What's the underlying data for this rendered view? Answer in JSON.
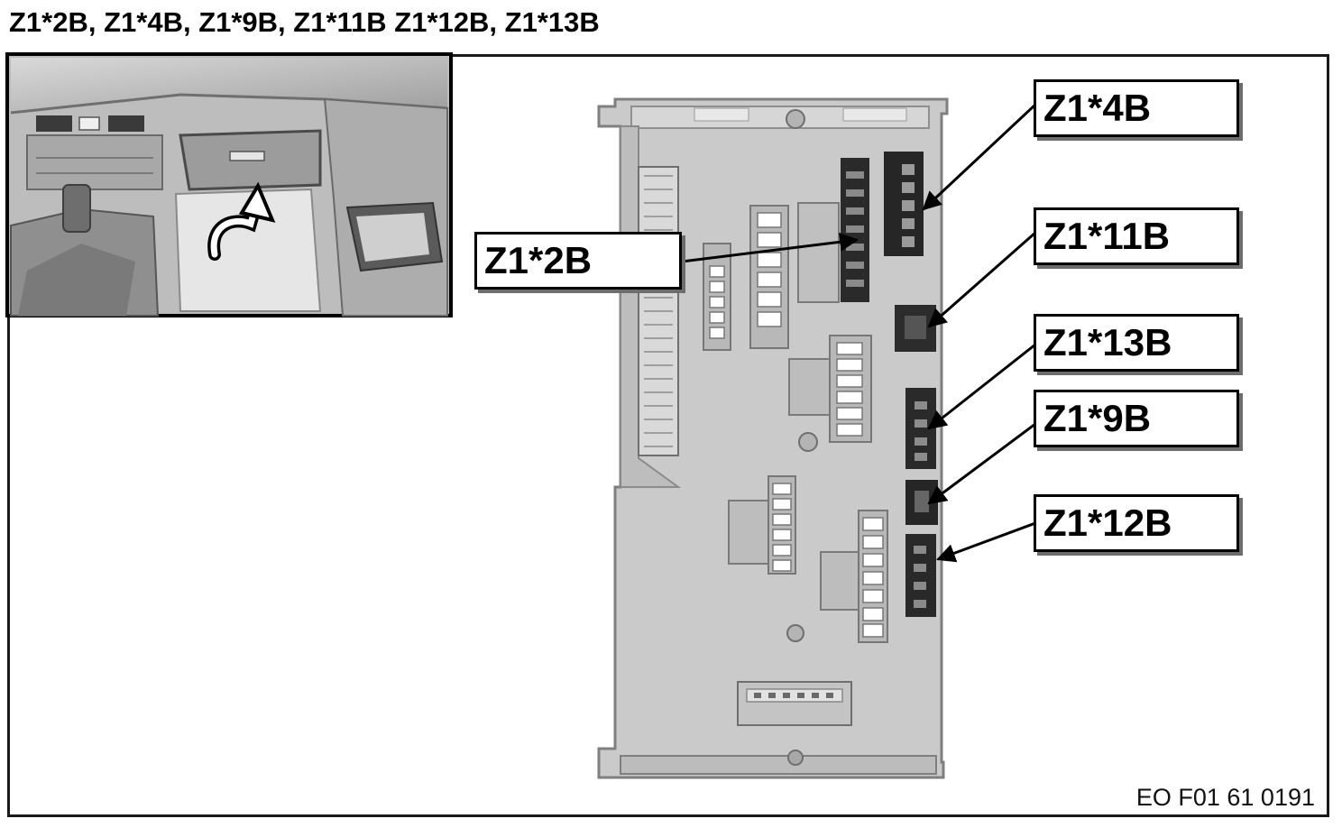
{
  "title": "Z1*2B, Z1*4B, Z1*9B, Z1*11B Z1*12B, Z1*13B",
  "reference_code": "EO F01 61 0191",
  "callouts": {
    "z1_4b": "Z1*4B",
    "z1_11b": "Z1*11B",
    "z1_2b": "Z1*2B",
    "z1_13b": "Z1*13B",
    "z1_9b": "Z1*9B",
    "z1_12b": "Z1*12B"
  },
  "colors": {
    "module_fill": "#c8c8c8",
    "module_edge": "#8a8a8a",
    "connector_dark": "#2a2a2a",
    "inset_bg": "#bdbdbd"
  },
  "icons": {
    "location_arrow": "curved-arrow-up-icon"
  }
}
